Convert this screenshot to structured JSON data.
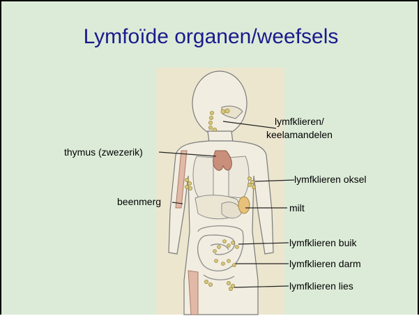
{
  "title": "Lymfoïde organen/weefsels",
  "labels": {
    "tonsils_line1": "lymfklieren/",
    "tonsils_line2": "keelamandelen",
    "thymus": "thymus (zwezerik)",
    "armpit": "lymfklieren oksel",
    "bone_marrow": "beenmerg",
    "spleen": "milt",
    "abdomen": "lymfklieren buik",
    "intestine": "lymfklieren darm",
    "groin": "lymfklieren lies"
  },
  "colors": {
    "background": "#dcebd8",
    "title": "#1a1a8c",
    "figure_bg": "#ece6cf",
    "body_fill": "#f1ede0",
    "organ_outline": "#8c8c8c",
    "node": "#d9c77a",
    "thymus": "#c98f7a",
    "spleen": "#e7c07a",
    "marrow": "#e2b9a6"
  }
}
